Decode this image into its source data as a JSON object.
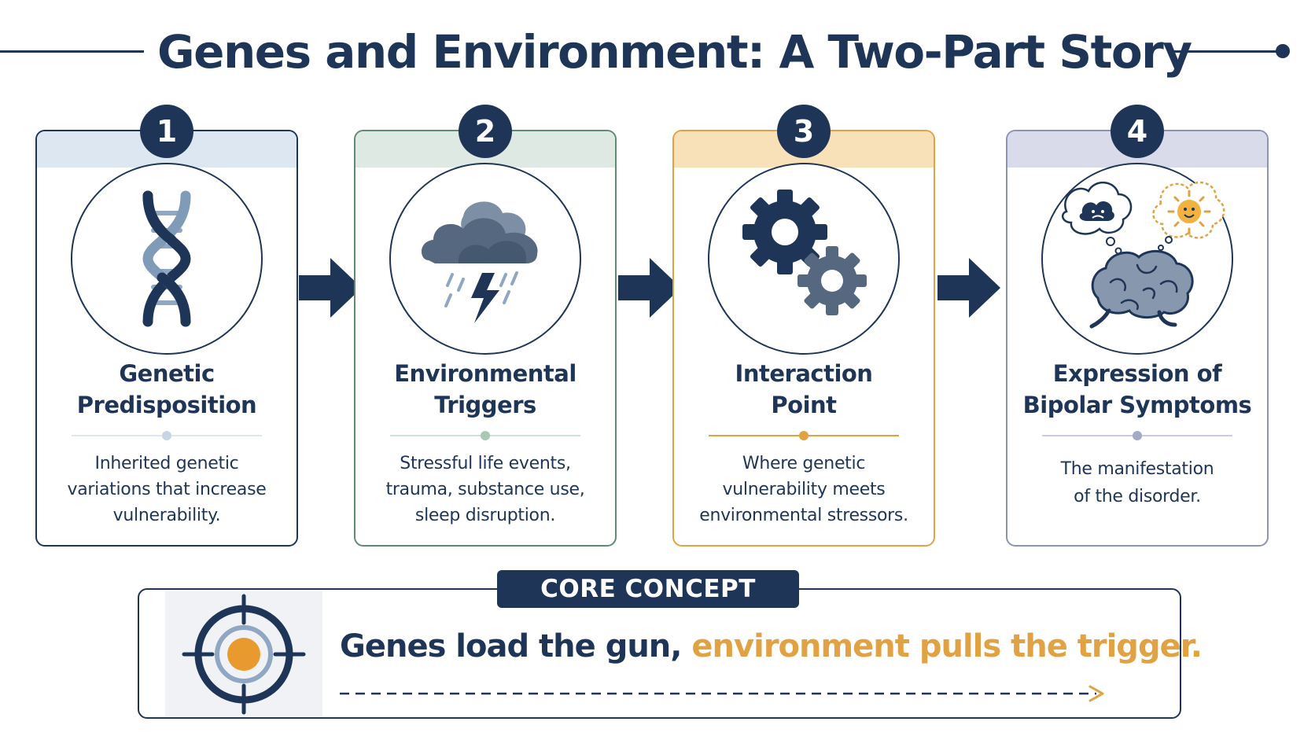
{
  "header": {
    "title": "Genes and Environment: A Two-Part Story"
  },
  "steps": [
    {
      "number": "1",
      "title_line1": "Genetic",
      "title_line2": "Predisposition",
      "desc_line1": "Inherited genetic",
      "desc_line2": "variations that increase",
      "desc_line3": "vulnerability.",
      "band_color": "#dce7f1",
      "accent_color": "#c7d6e6",
      "icon": "dna-icon"
    },
    {
      "number": "2",
      "title_line1": "Environmental",
      "title_line2": "Triggers",
      "desc_line1": "Stressful life events,",
      "desc_line2": "trauma, substance use,",
      "desc_line3": "sleep disruption.",
      "band_color": "#dde9e2",
      "accent_color": "#a9c9b6",
      "icon": "storm-cloud-icon"
    },
    {
      "number": "3",
      "title_line1": "Interaction",
      "title_line2": "Point",
      "desc_line1": "Where genetic",
      "desc_line2": "vulnerability meets",
      "desc_line3": "environmental stressors.",
      "band_color": "#f8e0b9",
      "accent_color": "#e0a243",
      "icon": "gears-icon"
    },
    {
      "number": "4",
      "title_line1": "Expression of",
      "title_line2": "Bipolar Symptoms",
      "desc_line1": "The manifestation",
      "desc_line2": "of the disorder.",
      "band_color": "#d9dbea",
      "accent_color": "#a3a9c6",
      "icon": "brain-mood-icon"
    }
  ],
  "concept": {
    "tag": "CORE CONCEPT",
    "text_part1": "Genes load the gun,",
    "text_part2": "environment pulls the trigger.",
    "icon": "target-icon",
    "primary_color": "#1e3557",
    "highlight_color": "#e0a243"
  }
}
